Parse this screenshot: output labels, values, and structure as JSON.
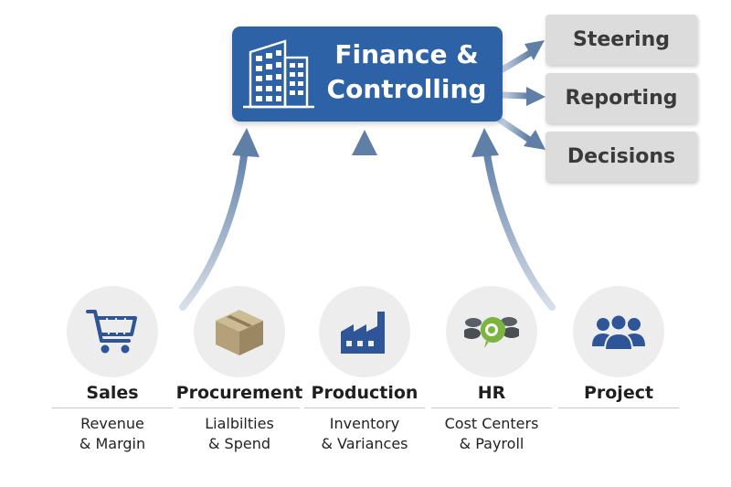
{
  "hub": {
    "title": "Finance &\nControlling",
    "icon": "office-building-icon",
    "color": "#2e62a6"
  },
  "outputs": [
    {
      "label": "Steering"
    },
    {
      "label": "Reporting"
    },
    {
      "label": "Decisions"
    }
  ],
  "departments": [
    {
      "name": "Sales",
      "desc": "Revenue\n& Margin",
      "icon": "shopping-cart-icon"
    },
    {
      "name": "Procurement",
      "desc": "Lialbilties\n& Spend",
      "icon": "box-icon"
    },
    {
      "name": "Production",
      "desc": "Inventory\n& Variances",
      "icon": "factory-icon"
    },
    {
      "name": "HR",
      "desc": "Cost Centers\n& Payroll",
      "icon": "people-chat-icon"
    },
    {
      "name": "Project",
      "desc": "",
      "icon": "team-icon"
    }
  ],
  "colors": {
    "arrow": "#5f7fa7",
    "box": "#dcdcdc",
    "circle": "#ededed",
    "icon_blue": "#2e5597",
    "icon_tan": "#b5a07a",
    "icon_green": "#7bb43f"
  }
}
